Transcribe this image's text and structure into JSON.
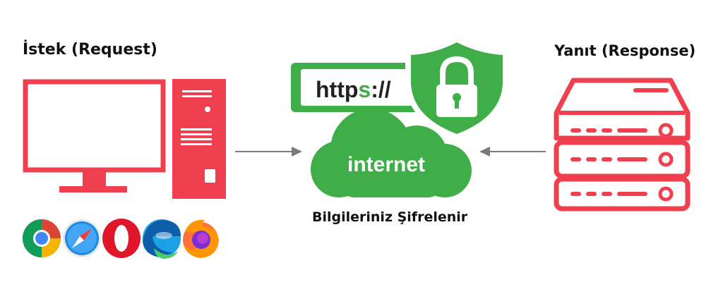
{
  "request_label": "İstek (Request)",
  "response_label": "Yanıt (Response)",
  "url_prefix": "http",
  "url_s": "s",
  "url_suffix": "://",
  "cloud_label": "internet",
  "caption": "Bilgileriniz Şifrelenir",
  "colors": {
    "red": "#f0404f",
    "green": "#3fae49",
    "arrow": "#7a7a7a",
    "text": "#111111"
  },
  "browsers": [
    "chrome-icon",
    "safari-icon",
    "opera-icon",
    "edge-icon",
    "firefox-icon"
  ]
}
